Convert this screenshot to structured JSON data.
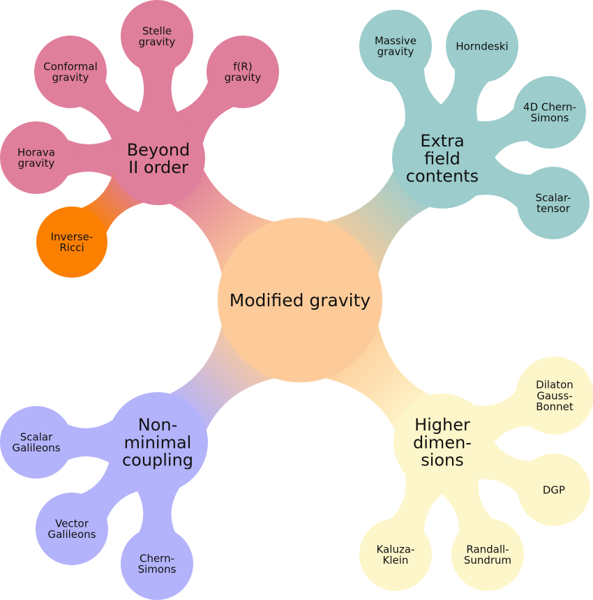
{
  "title": "Modified gravity mindmap",
  "root": {
    "label": [
      "Modified gravity"
    ],
    "color": "#fdcb99"
  },
  "branches": [
    {
      "id": "beyond-ii-order",
      "label": [
        "Beyond",
        "II order"
      ],
      "color": "#df7f9c",
      "children": [
        {
          "label": [
            "Stelle",
            "gravity"
          ],
          "color": "#df7f9c"
        },
        {
          "label": [
            "Conformal",
            "gravity"
          ],
          "color": "#df7f9c"
        },
        {
          "label": [
            "f(R)",
            "gravity"
          ],
          "color": "#df7f9c"
        },
        {
          "label": [
            "Horava",
            "gravity"
          ],
          "color": "#df7f9c"
        },
        {
          "label": [
            "Inverse-",
            "Ricci"
          ],
          "color": "#fb8000"
        }
      ]
    },
    {
      "id": "extra-field-contents",
      "label": [
        "Extra",
        "field",
        "contents"
      ],
      "color": "#9ccccc",
      "children": [
        {
          "label": [
            "Massive",
            "gravity"
          ],
          "color": "#9ccccc"
        },
        {
          "label": [
            "Horndeski"
          ],
          "color": "#9ccccc"
        },
        {
          "label": [
            "4D Chern-",
            "Simons"
          ],
          "color": "#9ccccc"
        },
        {
          "label": [
            "Scalar-",
            "tensor"
          ],
          "color": "#9ccccc"
        }
      ]
    },
    {
      "id": "non-minimal-coupling",
      "label": [
        "Non-",
        "minimal",
        "coupling"
      ],
      "color": "#b3b3fb",
      "children": [
        {
          "label": [
            "Scalar",
            "Galileons"
          ],
          "color": "#b3b3fb"
        },
        {
          "label": [
            "Vector",
            "Galileons"
          ],
          "color": "#b3b3fb"
        },
        {
          "label": [
            "Chern-",
            "Simons"
          ],
          "color": "#b3b3fb"
        }
      ]
    },
    {
      "id": "higher-dimensions",
      "label": [
        "Higher",
        "dimen-",
        "sions"
      ],
      "color": "#fef6cb",
      "children": [
        {
          "label": [
            "Dilaton",
            "Gauss-",
            "Bonnet"
          ],
          "color": "#fef6cb"
        },
        {
          "label": [
            "DGP"
          ],
          "color": "#fef6cb"
        },
        {
          "label": [
            "Kaluza-",
            "Klein"
          ],
          "color": "#fef6cb"
        },
        {
          "label": [
            "Randall-",
            "Sundrum"
          ],
          "color": "#fef6cb"
        }
      ]
    }
  ]
}
